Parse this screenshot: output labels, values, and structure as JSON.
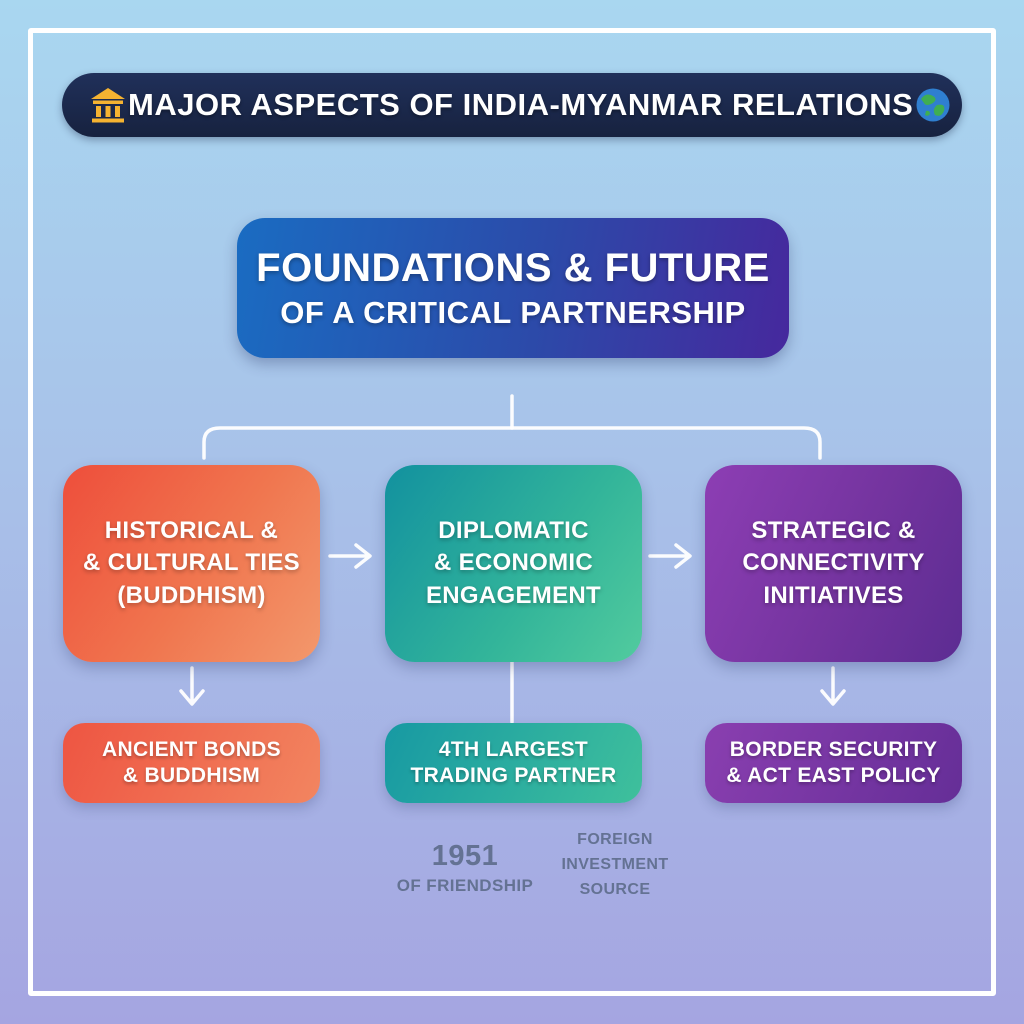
{
  "header": {
    "title": "MAJOR ASPECTS OF INDIA-MYANMAR RELATIONS",
    "left_icon": "temple-icon",
    "right_icon": "globe-icon",
    "bar_color": "#1b2647"
  },
  "title_box": {
    "line1": "FOUNDATIONS & FUTURE",
    "line2": "OF A CRITICAL PARTNERSHIP",
    "gradient_from": "#1a6cc2",
    "gradient_to": "#46289d"
  },
  "columns": [
    {
      "name": "historical-cultural-ties",
      "main_lines": [
        "HISTORICAL &",
        "& CULTURAL TIES",
        "(BUDDHISM)"
      ],
      "sub_lines": [
        "ANCIENT BONDS",
        "& BUDDHISM"
      ],
      "color_from": "#ee4e3b",
      "color_to": "#f3986c"
    },
    {
      "name": "diplomatic-economic-engagement",
      "main_lines": [
        "DIPLOMATIC",
        "& ECONOMIC",
        "ENGAGEMENT"
      ],
      "sub_lines": [
        "4TH LARGEST",
        "TRADING PARTNER"
      ],
      "color_from": "#12919f",
      "color_to": "#52cb9e"
    },
    {
      "name": "strategic-connectivity-initiatives",
      "main_lines": [
        "STRATEGIC &",
        "CONNECTIVITY",
        "INITIATIVES"
      ],
      "sub_lines": [
        "BORDER SECURITY",
        "& ACT EAST POLICY"
      ],
      "color_from": "#8d3eb4",
      "color_to": "#5c2c92"
    }
  ],
  "footnotes": {
    "left_big": "1951",
    "left_small": "OF FRIENDSHIP",
    "right_line1": "FOREIGN",
    "right_line2": "INVESTMENT",
    "right_line3": "SOURCE",
    "text_color": "#5d6c8b"
  },
  "background": {
    "top": "#a9d7f0",
    "bottom": "#a5a5e1",
    "frame_color": "#ffffff"
  }
}
